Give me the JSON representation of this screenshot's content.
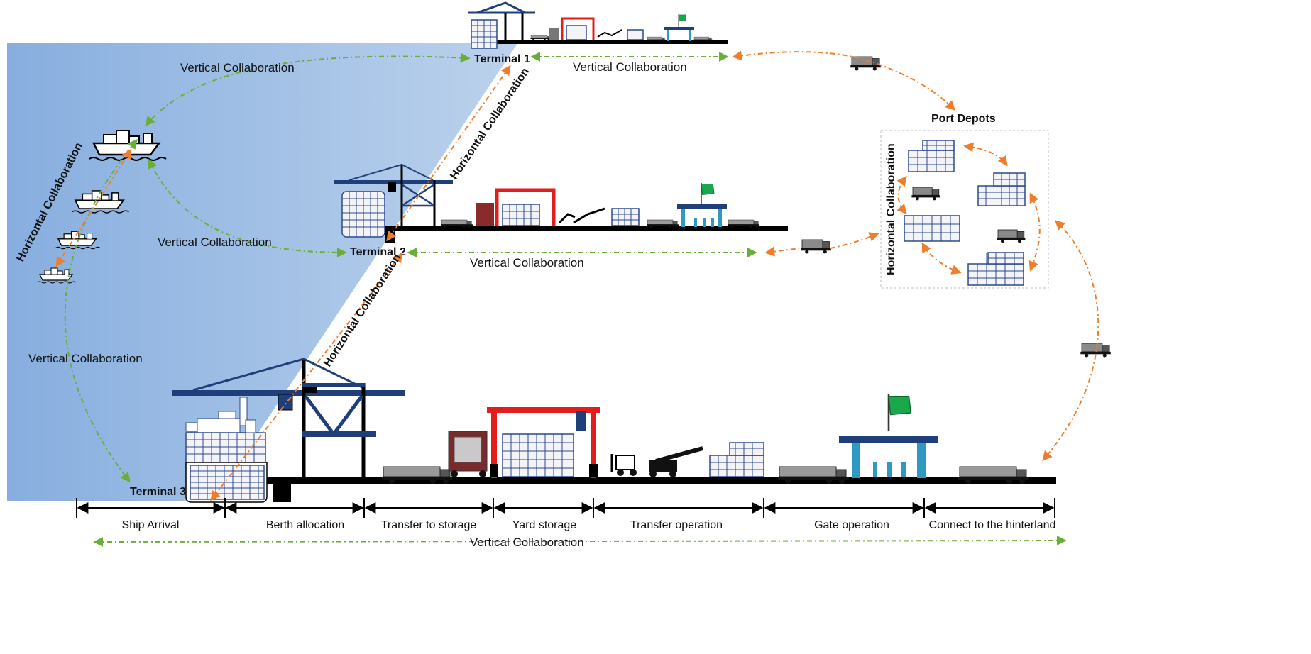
{
  "colors": {
    "sea_light": "#b8cfea",
    "sea_dark": "#87aedf",
    "vertical_arrow": "#6aae3a",
    "horizontal_arrow": "#ef7d2a",
    "crane": "#1f3f7a",
    "straddle": "#e31c1c",
    "gate": "#2e9ac4",
    "flag": "#19a84a"
  },
  "terminals": {
    "t1": "Terminal 1",
    "t2": "Terminal 2",
    "t3": "Terminal 3"
  },
  "labels": {
    "vertical": "Vertical Collaboration",
    "horizontal": "Horizontal Collaboration",
    "port_depots": "Port Depots"
  },
  "stages": [
    "Ship Arrival",
    "Berth allocation",
    "Transfer to storage",
    "Yard storage",
    "Transfer operation",
    "Gate operation",
    "Connect to the hinterland"
  ],
  "icons": [
    "ship-icon",
    "quay-crane-icon",
    "truck-icon",
    "straddle-carrier-icon",
    "forklift-icon",
    "reach-stacker-icon",
    "container-stack-icon",
    "gate-icon",
    "flag-icon"
  ]
}
